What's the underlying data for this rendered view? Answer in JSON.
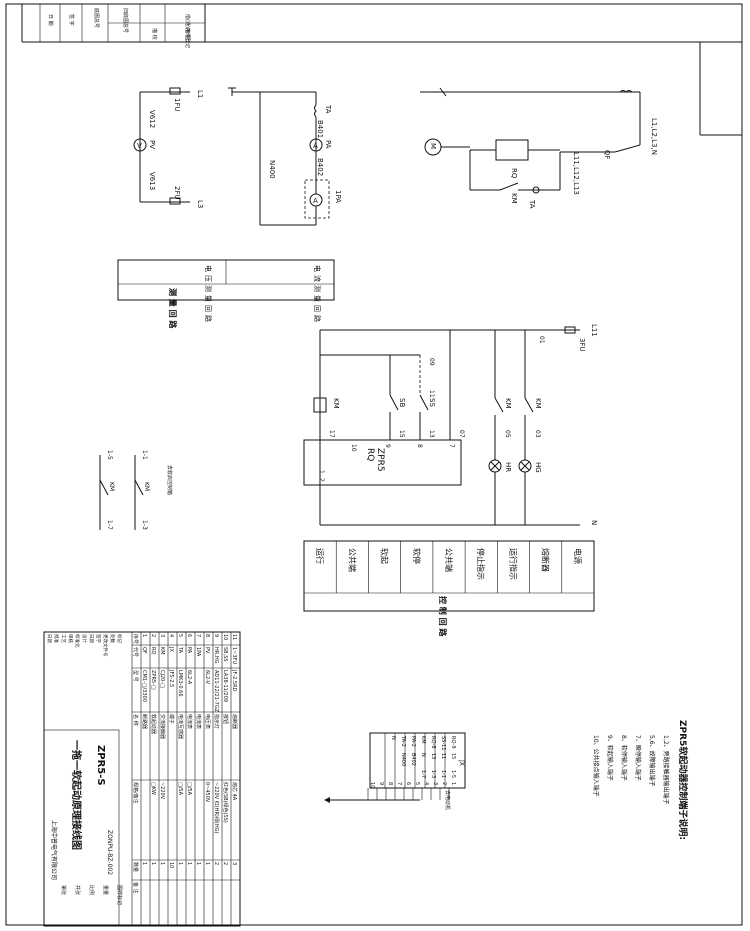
{
  "stamp_left": {
    "r1c1": "借(通)用件登记",
    "r1c2": "描 图",
    "r2c1": "旧底图总号",
    "r2c2": "描 校",
    "r3c1": "底图总号",
    "r4c1": "签 字",
    "r5c1": "日 期"
  },
  "meter_circuit": {
    "l1": "L1",
    "l3": "L3",
    "fu1": "1FU",
    "fu2": "2FU",
    "v612": "V612",
    "v613": "V613",
    "pv": "PV",
    "pv_sym": "V",
    "ta": "TA",
    "b401": "B401",
    "pa": "PA",
    "b402": "B402",
    "pa_sym": "A",
    "pa1": "1PA",
    "n400": "N400",
    "col1": "电流测量回路",
    "col2": "电压测量回路",
    "footer": "测 量 回 路"
  },
  "main_circuit": {
    "lines": "L1,L2,L3,N",
    "lines2": "L11,L12,L13",
    "qf": "QF",
    "rq": "RQ",
    "km": "KM",
    "ta": "TA",
    "motor": "M",
    "tilde": "~"
  },
  "control_circuit": {
    "l11": "L11",
    "fu3": "3FU",
    "n": "N",
    "w01": "01",
    "w09": "09",
    "w07": "07",
    "w11": "11",
    "w15": "15",
    "w13": "13",
    "w17": "17",
    "w05": "05",
    "w03": "03",
    "km": "KM",
    "sb": "SB",
    "ss": "SS",
    "rq": "RQ",
    "zpr5": "ZPR5",
    "t10": "10",
    "t9": "9",
    "t8": "8",
    "t7": "7",
    "t1": "1",
    "t2": "2",
    "hr": "HR",
    "hg": "HG",
    "cols": [
      "运行",
      "公共端",
      "软起",
      "软停",
      "公共端",
      "停止指示",
      "运行指示",
      "熔断器",
      "电源"
    ],
    "footer": "控 制 回 路"
  },
  "remote": {
    "t15": "1-5",
    "t11": "1-1",
    "t13": "1-3",
    "t17": "1-7",
    "km": "KM",
    "note": "去软启控制箱"
  },
  "terminal_title": "ZPR5软起动器控制端子说明:",
  "terminal_notes": [
    "1,2、旁路接触器输出端子",
    "5,6、故障输出端子",
    "7、瞬停输入端子",
    "8、软停输入端子",
    "9、软起输入端子",
    "10、公共接点输入端子"
  ],
  "jx": {
    "title": "JX",
    "rows": [
      [
        "RQ-9",
        "15",
        "1-5"
      ],
      [
        "SS-11",
        "11",
        "1-1"
      ],
      [
        "RQ-8",
        "13",
        "1-3"
      ],
      [
        "KM",
        "N",
        "1-7"
      ],
      [
        "PA-2",
        "B402",
        ""
      ],
      [
        "TA-2",
        "N400",
        ""
      ],
      [
        "N",
        "",
        ""
      ]
    ],
    "nums": [
      "1",
      "2",
      "3",
      "4",
      "5",
      "6",
      "7",
      "8",
      "9",
      "10"
    ],
    "arrow_note": "去电动机"
  },
  "bom": {
    "rows": [
      [
        "11",
        "1~3FU",
        "JF-2.5RD",
        "熔断器",
        "熔芯 4A",
        "3"
      ],
      [
        "10",
        "SB,SS",
        "LA38-11/209",
        "按钮",
        "红色(SB)绿色(SS)",
        "2"
      ],
      [
        "9",
        "HR,HG",
        "AD11-22/21-7GZ",
        "指示灯",
        "~220V 红(HR)绿(HG)",
        "2"
      ],
      [
        "8",
        "PV",
        "6L2-V",
        "电压表",
        "0~450V",
        "1"
      ],
      [
        "7",
        "1PA",
        "",
        "电流表",
        "",
        "1"
      ],
      [
        "6",
        "PA",
        "6L2-A",
        "电流表",
        "□/5A",
        "1"
      ],
      [
        "5",
        "TA",
        "LMK3-0.66",
        "电流互感器",
        "□/5A",
        "1"
      ],
      [
        "4",
        "JX",
        "JF5-2.5",
        "端子",
        "",
        "10"
      ],
      [
        "3",
        "KM",
        "CJ20-□",
        "交流接触器",
        "~220V",
        "1"
      ],
      [
        "2",
        "RQ",
        "ZPR5-□",
        "软起动器",
        "□KW",
        "1"
      ],
      [
        "1",
        "QF",
        "CM1-□/3300",
        "断路器",
        "",
        "1"
      ]
    ],
    "header": [
      "序号",
      "代号",
      "型 号",
      "名 称",
      "规格/备注",
      "数量",
      "备 注"
    ],
    "code": "ZPR5-S",
    "title": "一拖一软起动原理接线图",
    "drawing_no": "ZONPU-BZ-002",
    "company": "上海中普电气有限公司",
    "sign_labels": [
      "标记",
      "处数",
      "更改文件号",
      "签字",
      "日期",
      "设计",
      "标准化",
      "审核",
      "工艺",
      "批准",
      "日期"
    ],
    "ratio_labels": [
      "图样标记",
      "重量",
      "比例",
      "共张",
      "第张"
    ]
  }
}
